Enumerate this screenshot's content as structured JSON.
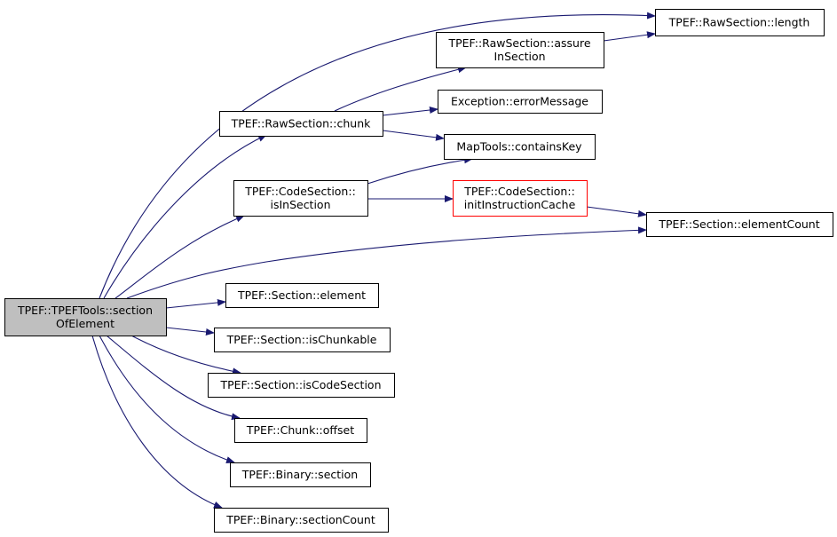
{
  "colors": {
    "edge": "#191970",
    "node_border": "#000000",
    "root_fill": "#bfbfbf",
    "node_fill": "#ffffff",
    "truncated_border": "#ff0000"
  },
  "nodes": [
    {
      "id": "root",
      "lines": [
        "TPEF::TPEFTools::section",
        "OfElement"
      ],
      "style": "root"
    },
    {
      "id": "raw_length",
      "lines": [
        "TPEF::RawSection::length"
      ]
    },
    {
      "id": "raw_assure",
      "lines": [
        "TPEF::RawSection::assure",
        "InSection"
      ]
    },
    {
      "id": "raw_chunk",
      "lines": [
        "TPEF::RawSection::chunk"
      ]
    },
    {
      "id": "exception_errormessage",
      "lines": [
        "Exception::errorMessage"
      ]
    },
    {
      "id": "maptools_containskey",
      "lines": [
        "MapTools::containsKey"
      ]
    },
    {
      "id": "code_isinsection",
      "lines": [
        "TPEF::CodeSection::",
        "isInSection"
      ]
    },
    {
      "id": "code_initcache",
      "lines": [
        "TPEF::CodeSection::",
        "initInstructionCache"
      ],
      "style": "truncated"
    },
    {
      "id": "section_elementcount",
      "lines": [
        "TPEF::Section::elementCount"
      ]
    },
    {
      "id": "section_element",
      "lines": [
        "TPEF::Section::element"
      ]
    },
    {
      "id": "section_ischunkable",
      "lines": [
        "TPEF::Section::isChunkable"
      ]
    },
    {
      "id": "section_iscodesection",
      "lines": [
        "TPEF::Section::isCodeSection"
      ]
    },
    {
      "id": "chunk_offset",
      "lines": [
        "TPEF::Chunk::offset"
      ]
    },
    {
      "id": "binary_section",
      "lines": [
        "TPEF::Binary::section"
      ]
    },
    {
      "id": "binary_sectioncount",
      "lines": [
        "TPEF::Binary::sectionCount"
      ]
    }
  ],
  "edges": [
    {
      "from": "root",
      "to": "raw_length"
    },
    {
      "from": "root",
      "to": "raw_chunk"
    },
    {
      "from": "root",
      "to": "code_isinsection"
    },
    {
      "from": "root",
      "to": "section_elementcount"
    },
    {
      "from": "root",
      "to": "section_element"
    },
    {
      "from": "root",
      "to": "section_ischunkable"
    },
    {
      "from": "root",
      "to": "section_iscodesection"
    },
    {
      "from": "root",
      "to": "chunk_offset"
    },
    {
      "from": "root",
      "to": "binary_section"
    },
    {
      "from": "root",
      "to": "binary_sectioncount"
    },
    {
      "from": "raw_assure",
      "to": "raw_length"
    },
    {
      "from": "raw_chunk",
      "to": "raw_assure"
    },
    {
      "from": "raw_chunk",
      "to": "exception_errormessage"
    },
    {
      "from": "raw_chunk",
      "to": "maptools_containskey"
    },
    {
      "from": "code_isinsection",
      "to": "maptools_containskey"
    },
    {
      "from": "code_isinsection",
      "to": "code_initcache"
    },
    {
      "from": "code_initcache",
      "to": "section_elementcount"
    }
  ]
}
